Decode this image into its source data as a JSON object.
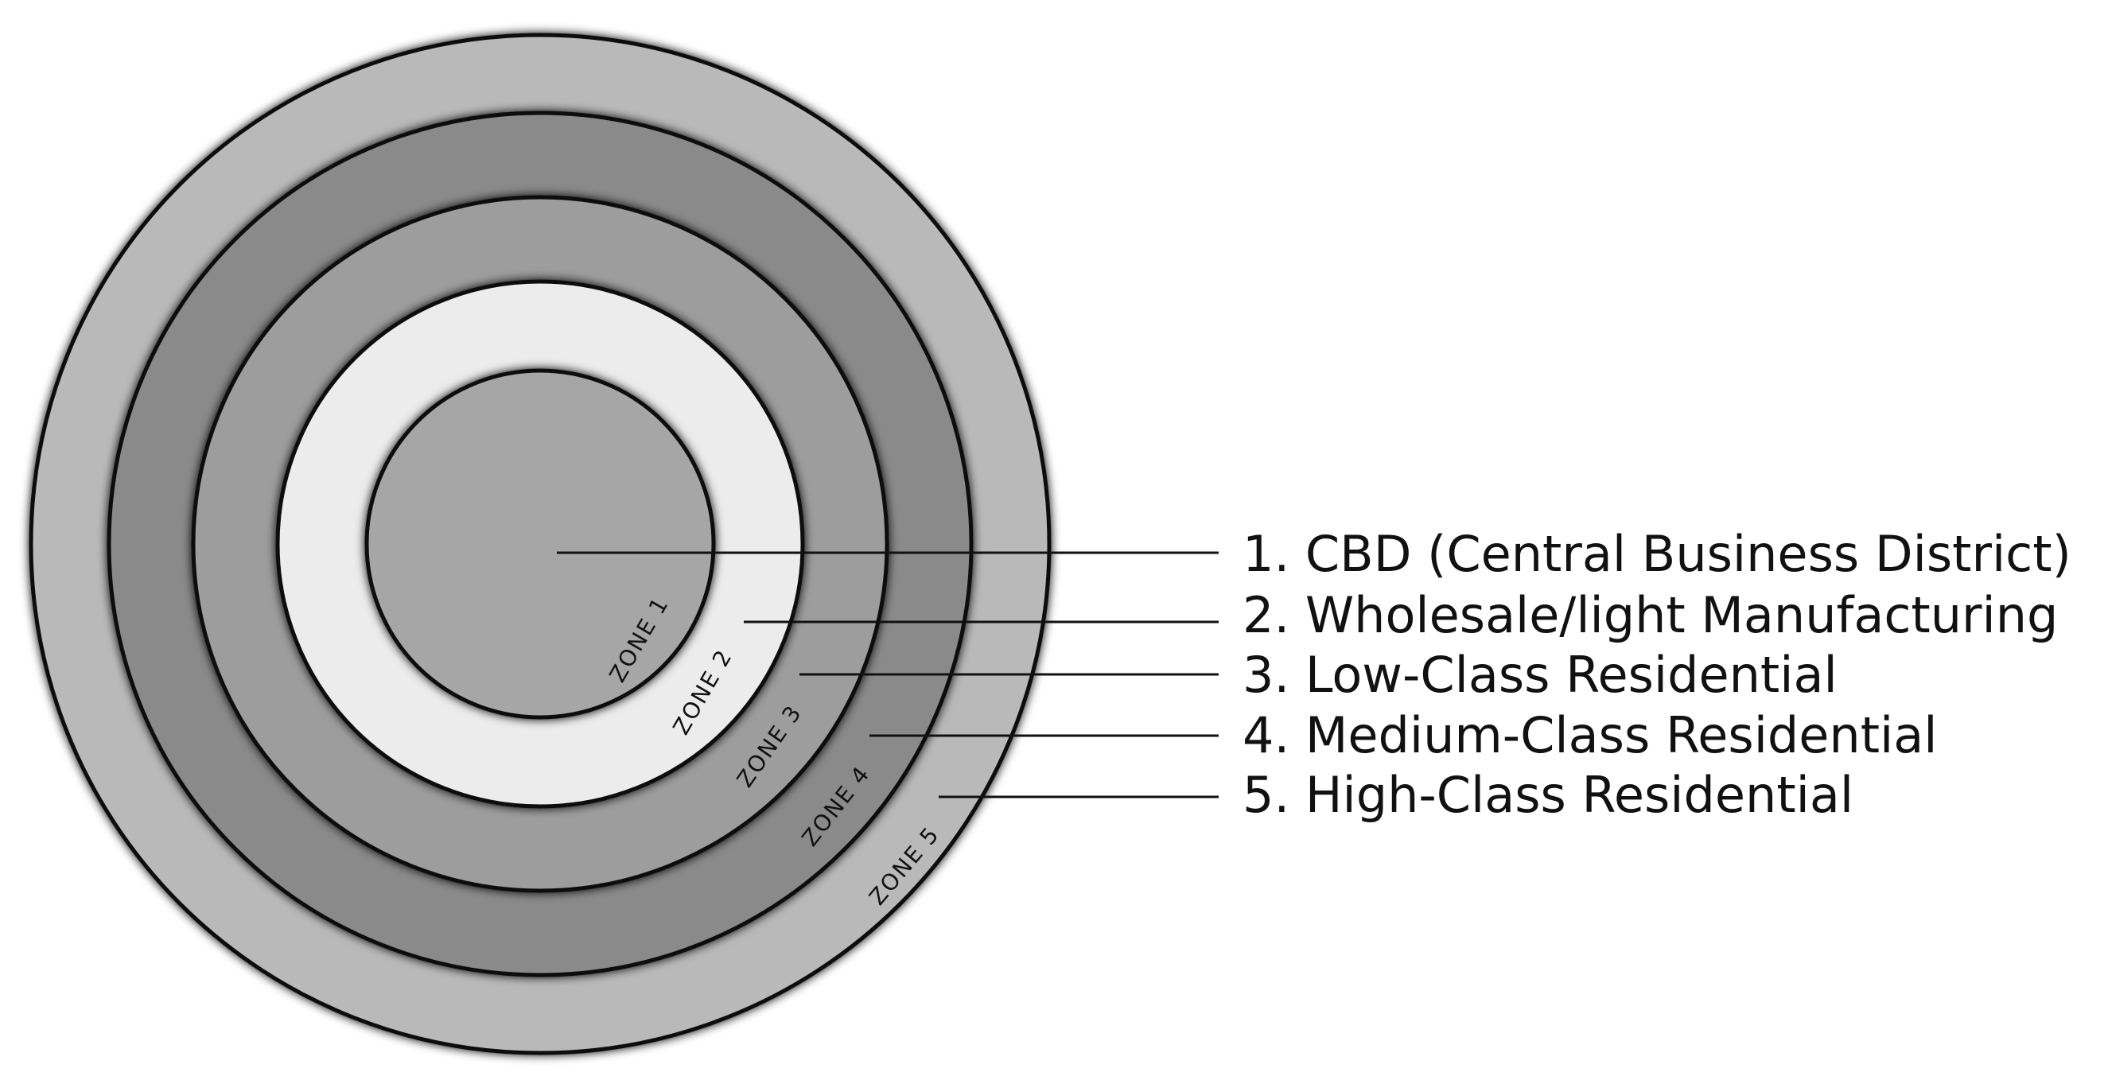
{
  "zones": [
    {
      "tag": "ZONE 1",
      "legend": "1. CBD (Central Business District)",
      "fill": "#a6a6a6"
    },
    {
      "tag": "ZONE 2",
      "legend": "2. Wholesale/light Manufacturing",
      "fill": "#ececec"
    },
    {
      "tag": "ZONE 3",
      "legend": "3. Low-Class Residential",
      "fill": "#9d9d9d"
    },
    {
      "tag": "ZONE 4",
      "legend": "4. Medium-Class Residential",
      "fill": "#8a8a8a"
    },
    {
      "tag": "ZONE 5",
      "legend": "5. High-Class Residential",
      "fill": "#b9b9b9"
    }
  ],
  "ring_stroke_color": "#111111"
}
